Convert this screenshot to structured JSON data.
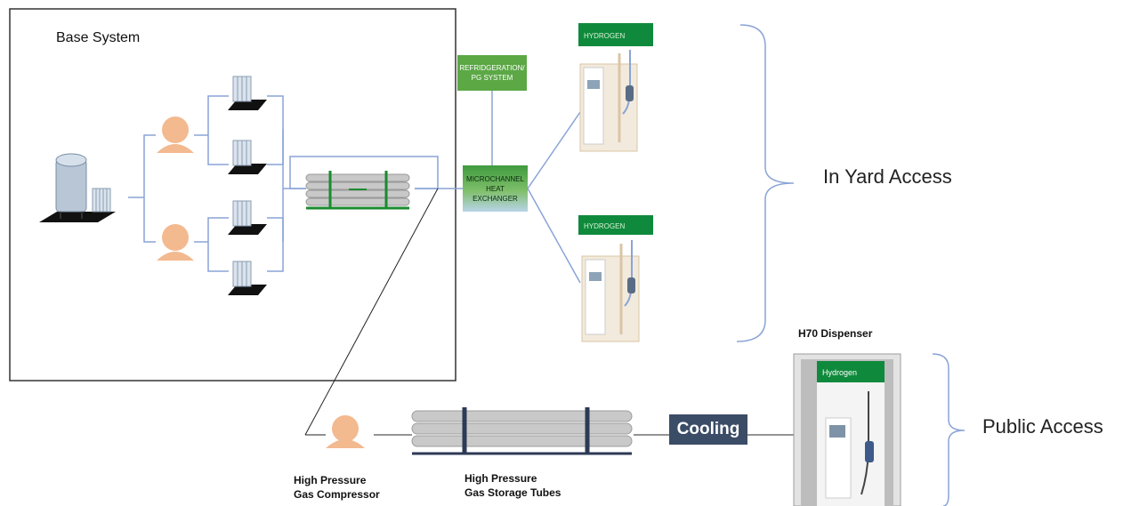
{
  "labels": {
    "base_system": "Base System",
    "refrigeration": "REFRIDGERATION/ PG SYSTEM",
    "heat_exchanger": "MICROCHANNEL HEAT EXCHANGER",
    "in_yard_access": "In Yard Access",
    "h70_dispenser": "H70 Dispenser",
    "public_access": "Public Access",
    "cooling": "Cooling",
    "compressor_line1": "High Pressure",
    "compressor_line2": "Gas Compressor",
    "tubes_line1": "High Pressure",
    "tubes_line2": "Gas Storage Tubes"
  },
  "dispenser": {
    "brand": "HYDROGEN",
    "public_brand": "Hydrogen"
  },
  "colors": {
    "accent_green": "#5ba845",
    "dispenser_green": "#0f8a3c",
    "cooling_box": "#3b4c66",
    "connector_blue": "#8aa4d6",
    "compressor_peach": "#f3b98f"
  }
}
